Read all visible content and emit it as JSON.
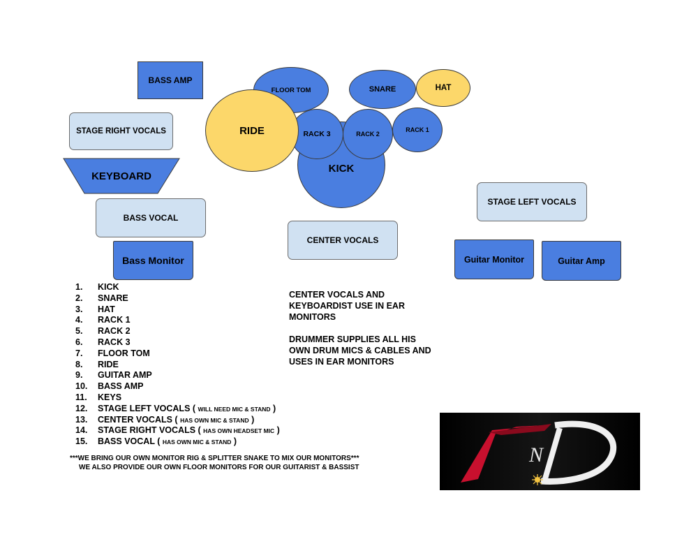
{
  "stage": {
    "bass_amp": "BASS AMP",
    "stage_right_vocals": "STAGE RIGHT VOCALS",
    "keyboard": "KEYBOARD",
    "bass_vocal": "BASS VOCAL",
    "bass_monitor": "Bass Monitor",
    "floor_tom": "FLOOR TOM",
    "snare": "SNARE",
    "hat": "HAT",
    "ride": "RIDE",
    "rack3": "RACK 3",
    "rack2": "RACK 2",
    "rack1": "RACK 1",
    "kick": "KICK",
    "center_vocals": "CENTER VOCALS",
    "stage_left_vocals": "STAGE LEFT VOCALS",
    "guitar_monitor": "Guitar Monitor",
    "guitar_amp": "Guitar Amp"
  },
  "colors": {
    "blue": "#4a7ee0",
    "light_blue": "#d0e1f2",
    "yellow": "#fcd76a",
    "logo_red": "#c8102e"
  },
  "list": [
    {
      "num": "1.",
      "label": "KICK",
      "note": ""
    },
    {
      "num": "2.",
      "label": "SNARE",
      "note": ""
    },
    {
      "num": "3.",
      "label": "HAT",
      "note": ""
    },
    {
      "num": "4.",
      "label": "RACK 1",
      "note": ""
    },
    {
      "num": "5.",
      "label": "RACK 2",
      "note": ""
    },
    {
      "num": "6.",
      "label": "RACK 3",
      "note": ""
    },
    {
      "num": "7.",
      "label": "FLOOR TOM",
      "note": ""
    },
    {
      "num": "8.",
      "label": "RIDE",
      "note": ""
    },
    {
      "num": "9.",
      "label": "GUITAR AMP",
      "note": ""
    },
    {
      "num": "10.",
      "label": "BASS AMP",
      "note": ""
    },
    {
      "num": "11.",
      "label": "KEYS",
      "note": ""
    },
    {
      "num": "12.",
      "label": "STAGE LEFT VOCALS ( ",
      "note": "WILL NEED MIC & STAND",
      "tail": " )"
    },
    {
      "num": "13.",
      "label": "CENTER VOCALS ( ",
      "note": "HAS OWN MIC & STAND",
      "tail": " )"
    },
    {
      "num": "14.",
      "label": "STAGE RIGHT VOCALS ( ",
      "note": "HAS OWN HEADSET MIC",
      "tail": " )"
    },
    {
      "num": "15.",
      "label": "BASS VOCAL ( ",
      "note": "HAS OWN MIC & STAND",
      "tail": " )"
    }
  ],
  "notes": {
    "ear_monitors_1": "CENTER VOCALS AND",
    "ear_monitors_2": "KEYBOARDIST USE IN EAR",
    "ear_monitors_3": "MONITORS",
    "drummer_1": "DRUMMER SUPPLIES ALL HIS",
    "drummer_2": "OWN DRUM MICS & CABLES AND",
    "drummer_3": "USES IN EAR MONITORS"
  },
  "footer": {
    "line1": "***WE BRING OUR OWN MONITOR RIG & SPLITTER SNAKE TO MIX OUR MONITORS***",
    "line2": "WE ALSO PROVIDE OUR OWN FLOOR MONITORS FOR OUR GUITARIST & BASSIST"
  },
  "logo": {
    "letters": "NiD"
  }
}
